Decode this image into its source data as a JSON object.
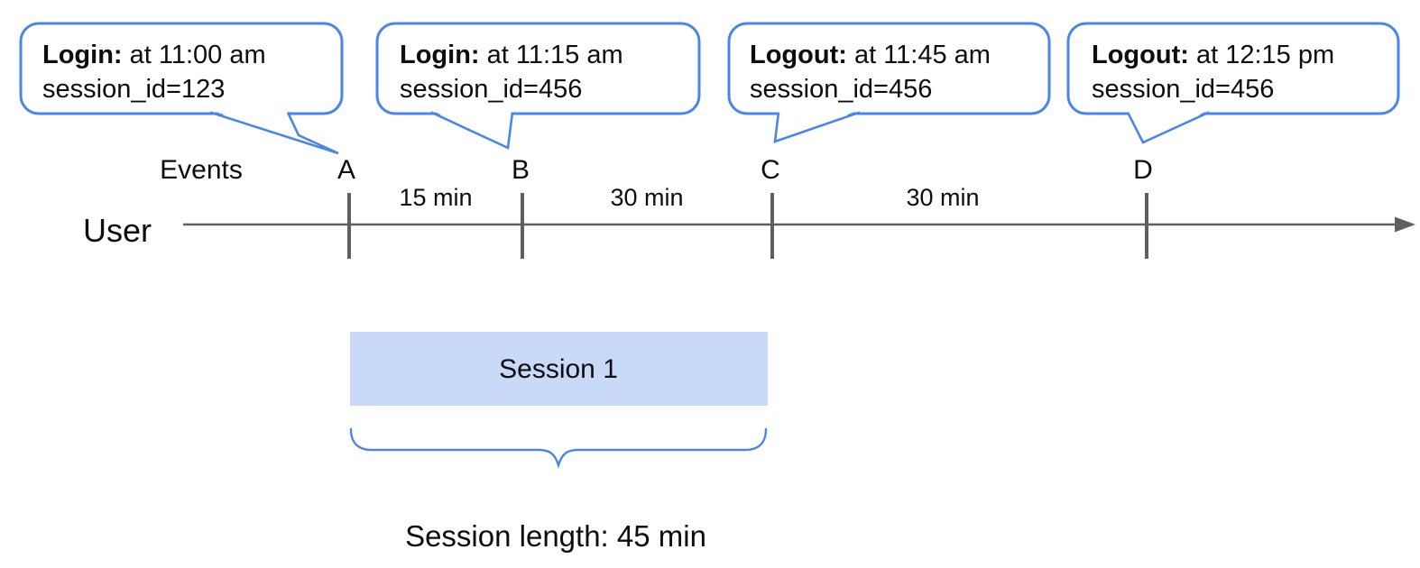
{
  "colors": {
    "accent_blue": "#4a86e8",
    "session_fill": "#c9daf8",
    "axis_gray": "#5f5f5f",
    "text_black": "#0d0d0d"
  },
  "timeline": {
    "user_label": "User",
    "events_label": "Events",
    "markers": [
      {
        "letter": "A"
      },
      {
        "letter": "B"
      },
      {
        "letter": "C"
      },
      {
        "letter": "D"
      }
    ],
    "intervals": [
      {
        "label": "15 min"
      },
      {
        "label": "30 min"
      },
      {
        "label": "30 min"
      }
    ]
  },
  "callouts": [
    {
      "event": "Login:",
      "detail": " at 11:00 am",
      "session": "session_id=123"
    },
    {
      "event": "Login:",
      "detail": " at 11:15 am",
      "session": "session_id=456"
    },
    {
      "event": "Logout:",
      "detail": " at 11:45 am",
      "session": "session_id=456"
    },
    {
      "event": "Logout:",
      "detail": " at 12:15 pm",
      "session": "session_id=456"
    }
  ],
  "session": {
    "box_label": "Session 1",
    "length_label": "Session length: 45 min"
  }
}
